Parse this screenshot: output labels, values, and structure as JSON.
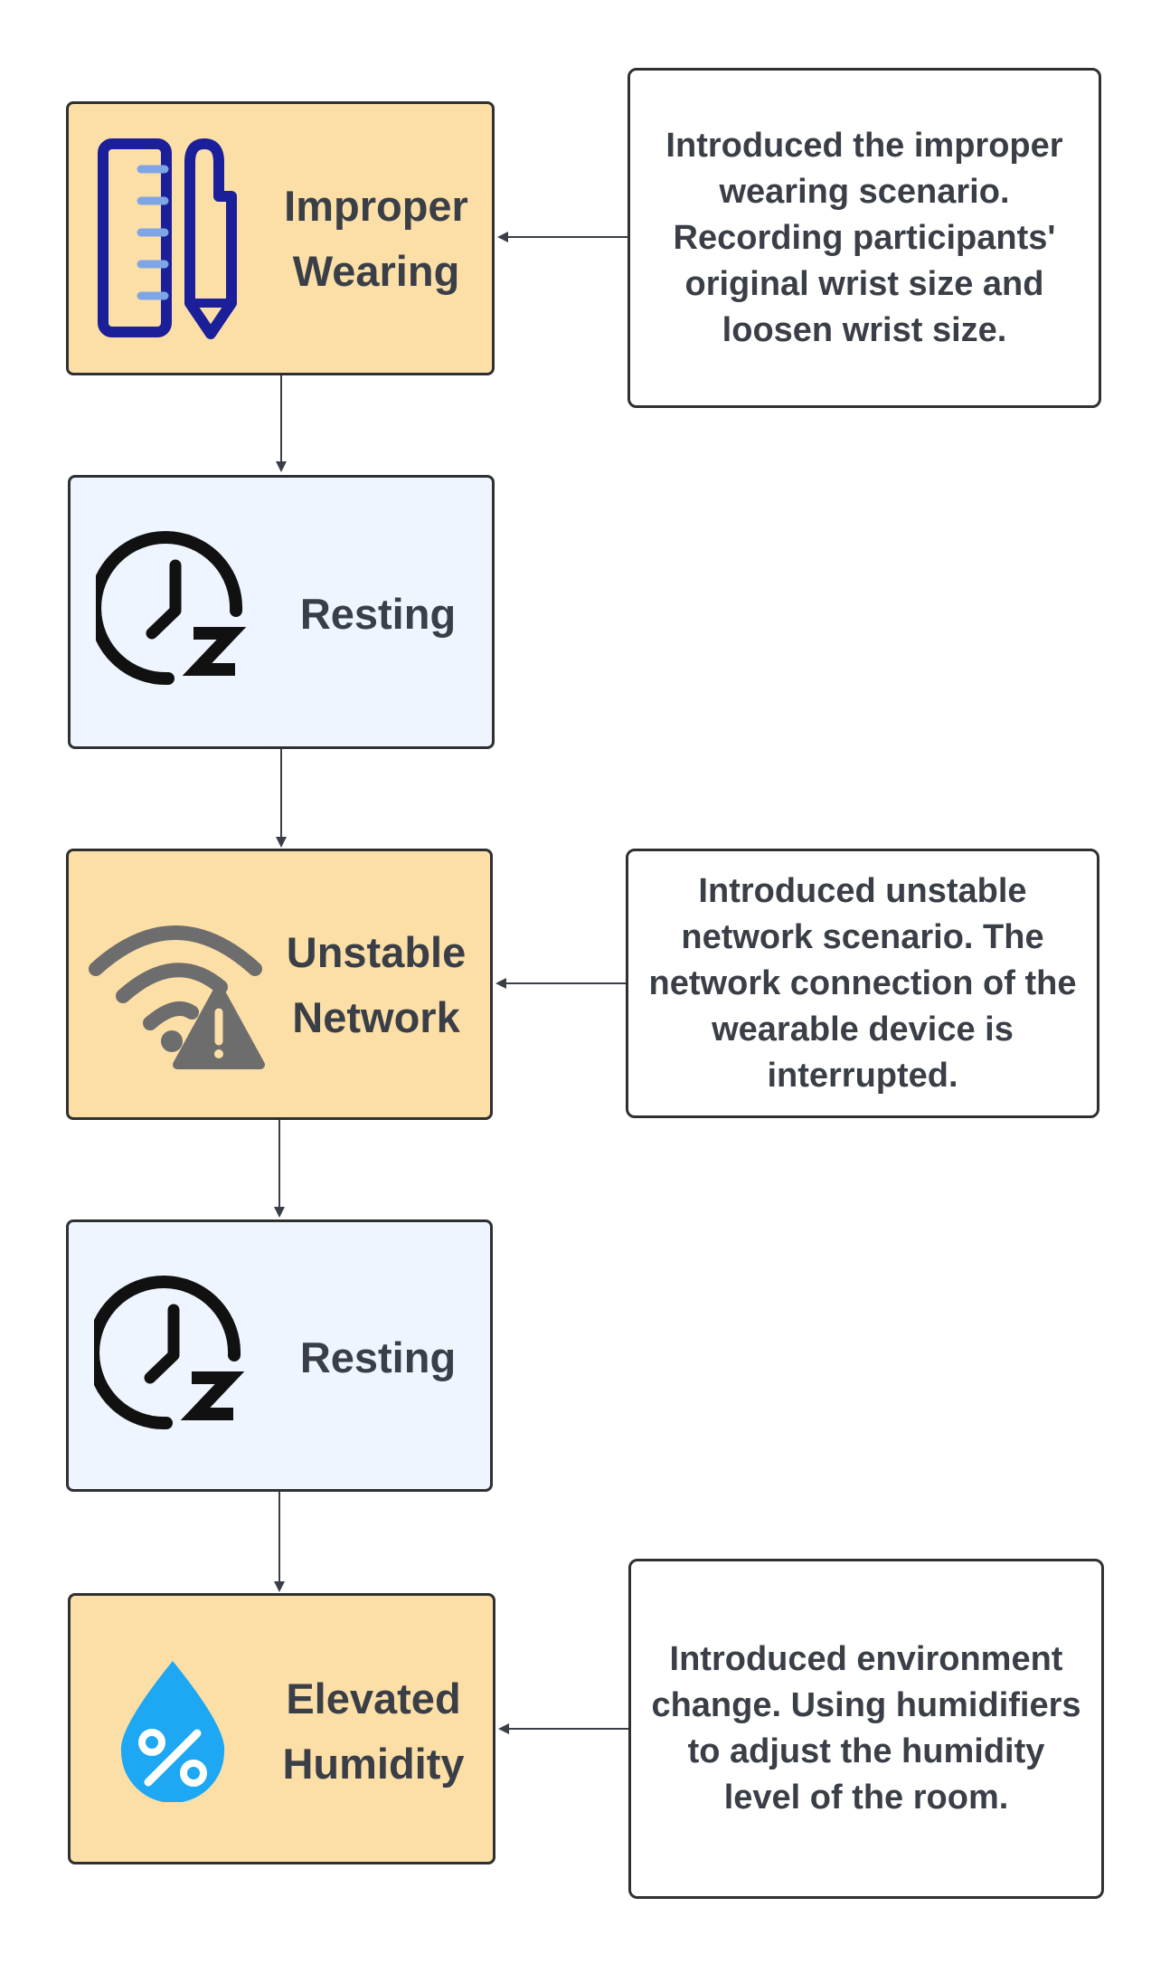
{
  "steps": [
    {
      "label": "Improper\nWearing",
      "color": "orange",
      "icon": "ruler-pencil-icon"
    },
    {
      "label": "Resting",
      "color": "blue",
      "icon": "clock-sleep-icon"
    },
    {
      "label": "Unstable\nNetwork",
      "color": "orange",
      "icon": "wifi-warning-icon"
    },
    {
      "label": "Resting",
      "color": "blue",
      "icon": "clock-sleep-icon"
    },
    {
      "label": "Elevated\nHumidity",
      "color": "orange",
      "icon": "humidity-drop-icon"
    }
  ],
  "notes": [
    {
      "text": "Introduced the improper wearing scenario. Recording participants' original wrist size and loosen wrist size."
    },
    {
      "text": "Introduced unstable network scenario. The network connection of the wearable device is interrupted."
    },
    {
      "text": "Introduced environment change. Using humidifiers to adjust the humidity level of the room."
    }
  ],
  "colors": {
    "orange_fill": "#fcdfa7",
    "blue_fill": "#eef5fe",
    "border": "#2f3032",
    "text": "#3a3f47",
    "ruler_blue": "#1b1f99",
    "tick_blue": "#7ea6e6",
    "wifi_gray": "#6d6d6d",
    "drop_blue": "#1ea7f2"
  }
}
